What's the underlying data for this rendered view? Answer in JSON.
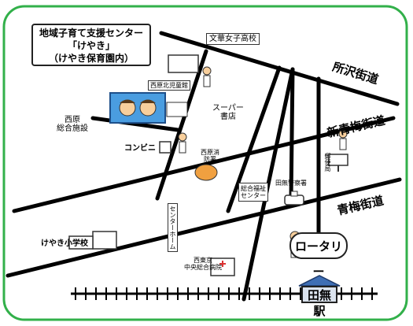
{
  "colors": {
    "frame": "#32b04a",
    "road": "#000000",
    "keyaki_fill": "#4a9de0",
    "station_roof": "#3f6fb5"
  },
  "callout": {
    "line1": "地域子育て支援センター",
    "line2": "「けやき」",
    "line3": "（けやき保育園内）"
  },
  "roads": {
    "tokorozawa": "所沢街道",
    "shin_ome": "新青梅街道",
    "ome": "青梅街道"
  },
  "places": {
    "bunka_girls_high": "文華女子高校",
    "nishihara_kita_jidokan": "西原北児童館",
    "supermarket_bookstore_1": "スーパー",
    "supermarket_bookstore_2": "書店",
    "nishihara_complex_1": "西原",
    "nishihara_complex_2": "総合施設",
    "convenience": "コンビニ",
    "nishihara_fire": "西原消防署",
    "sogo_fukushi_1": "総合福祉",
    "sogo_fukushi_2": "センター",
    "tanashi_police": "田無警察署",
    "post_office": "郵便局",
    "keyaki_elementary": "けやき小学校",
    "center_home": "センターホーム",
    "hospital_1": "西東京",
    "hospital_2": "中央総合病院",
    "rotary": "ロータリー",
    "station": "田無駅"
  },
  "icons": [
    "person-icon",
    "school-building-icon",
    "hospital-icon",
    "police-car-icon",
    "post-office-icon",
    "fire-station-icon",
    "railway-track-icon"
  ]
}
